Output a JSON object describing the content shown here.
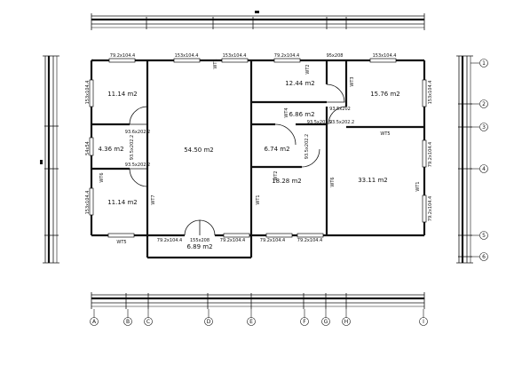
{
  "rooms": {
    "r1": "11.14 m2",
    "r2": "4.36 m2",
    "r3": "11.14 m2",
    "r4": "54.50 m2",
    "r5": "6.89 m2",
    "r6": "12.44 m2",
    "r7": "6.86 m2",
    "r8": "6.74 m2",
    "r9": "18.28 m2",
    "r10": "15.76 m2",
    "r11": "33.11 m2"
  },
  "top_dims": {
    "d1": "79.2x104.4",
    "d2": "153x104.4",
    "d3": "153x104.4",
    "d4": "79.2x104.4",
    "d5": "95x208",
    "d6": "153x104.4"
  },
  "bottom_dims": {
    "d1": "79.2x104.4",
    "d2": "155x208",
    "d3": "79.2x104.4",
    "d4": "79.2x104.4",
    "d5": "79.2x104.4"
  },
  "inner_dims": {
    "door1": "93.6x202.2",
    "door2": "93.5x202.2",
    "door3": "93.5x202",
    "door4": "93.5x202.2",
    "door5": "93.5x202.2",
    "door6": "93.5x202.2",
    "side_ne": "93.5x202.2",
    "d54x54": "54x54"
  },
  "left_dims": {
    "d1": "153x104.4",
    "d2": "54x54",
    "d3": "153x104.4"
  },
  "right_dims": {
    "d1": "153x104.4",
    "d2": "79.2x104.4",
    "d3": "79.2x104.4"
  },
  "wall_tags": {
    "t1": "WT1",
    "t2": "WT2",
    "t3": "WT3",
    "t4": "WT4",
    "t5": "WT5",
    "t6": "WT6",
    "t7": "WT7"
  },
  "axes_bottom": [
    "A",
    "B",
    "C",
    "D",
    "E",
    "F",
    "G",
    "H",
    "I"
  ],
  "axes_right": [
    "1",
    "2",
    "3",
    "4",
    "5",
    "6"
  ]
}
